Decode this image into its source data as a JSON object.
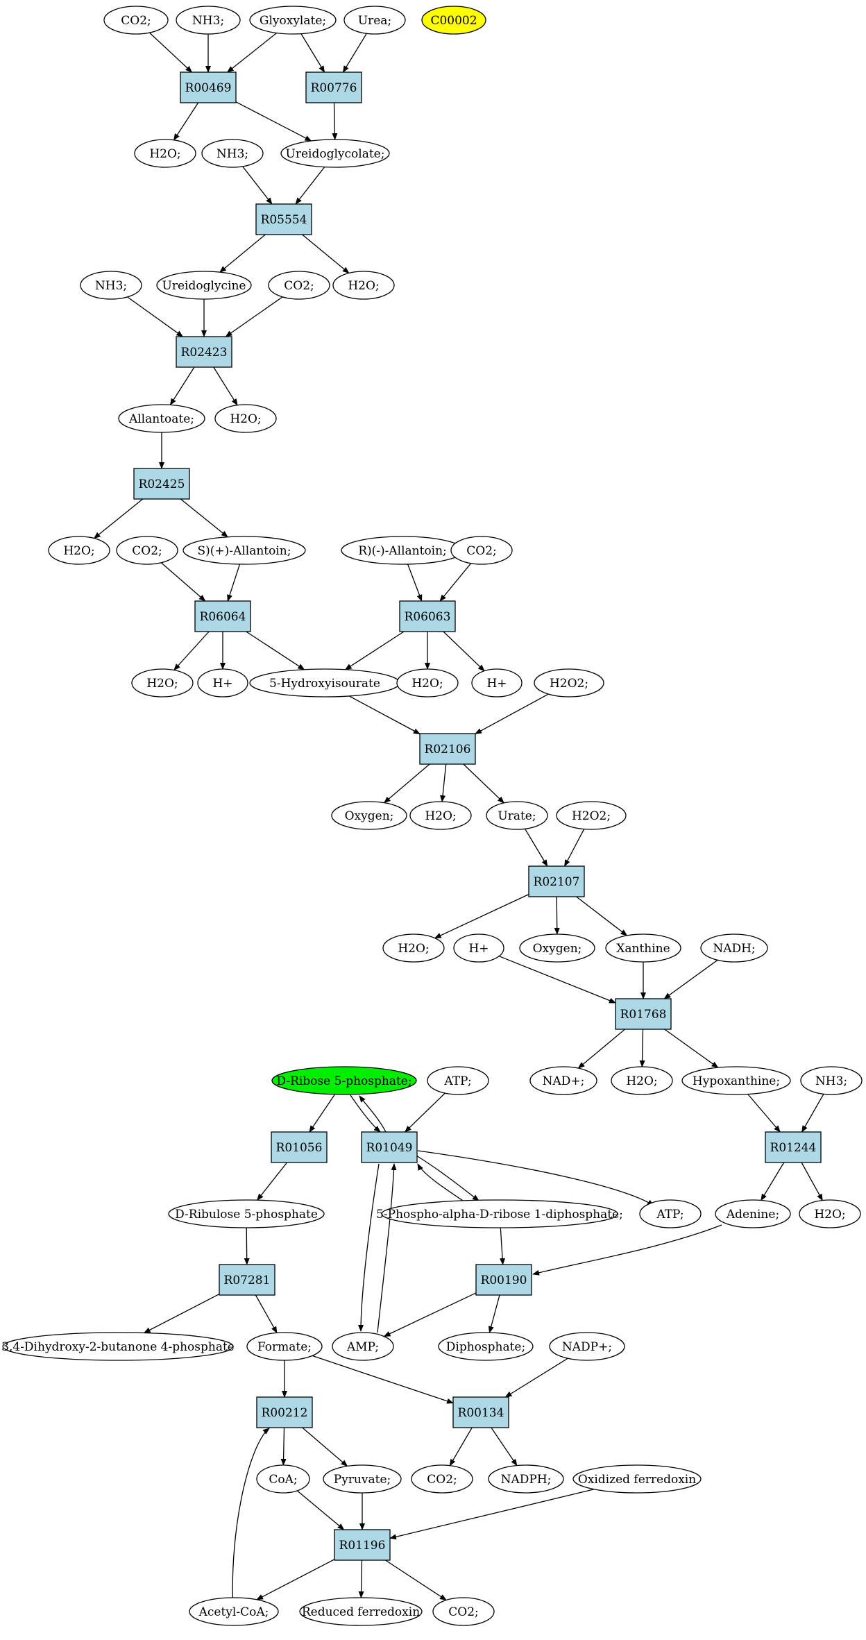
{
  "graph": {
    "nodes": [
      {
        "id": "c_co2_1",
        "label": "CO2;",
        "type": "compound",
        "fill": "#ffffff"
      },
      {
        "id": "c_nh3_1",
        "label": "NH3;",
        "type": "compound",
        "fill": "#ffffff"
      },
      {
        "id": "c_glyox",
        "label": "Glyoxylate;",
        "type": "compound",
        "fill": "#ffffff"
      },
      {
        "id": "c_urea",
        "label": "Urea;",
        "type": "compound",
        "fill": "#ffffff"
      },
      {
        "id": "c_c00002",
        "label": "C00002",
        "type": "compound",
        "fill": "#ffff00"
      },
      {
        "id": "R00469",
        "label": "R00469",
        "type": "reaction",
        "fill": "#add8e6"
      },
      {
        "id": "R00776",
        "label": "R00776",
        "type": "reaction",
        "fill": "#add8e6"
      },
      {
        "id": "c_h2o_1",
        "label": "H2O;",
        "type": "compound",
        "fill": "#ffffff"
      },
      {
        "id": "c_nh3_2",
        "label": "NH3;",
        "type": "compound",
        "fill": "#ffffff"
      },
      {
        "id": "c_ureidoglycolate",
        "label": "Ureidoglycolate;",
        "type": "compound",
        "fill": "#ffffff"
      },
      {
        "id": "R05554",
        "label": "R05554",
        "type": "reaction",
        "fill": "#add8e6"
      },
      {
        "id": "c_nh3_3",
        "label": "NH3;",
        "type": "compound",
        "fill": "#ffffff"
      },
      {
        "id": "c_ureidoglycine",
        "label": "Ureidoglycine",
        "type": "compound",
        "fill": "#ffffff"
      },
      {
        "id": "c_co2_2",
        "label": "CO2;",
        "type": "compound",
        "fill": "#ffffff"
      },
      {
        "id": "c_h2o_2",
        "label": "H2O;",
        "type": "compound",
        "fill": "#ffffff"
      },
      {
        "id": "R02423",
        "label": "R02423",
        "type": "reaction",
        "fill": "#add8e6"
      },
      {
        "id": "c_allantoate",
        "label": "Allantoate;",
        "type": "compound",
        "fill": "#ffffff"
      },
      {
        "id": "c_h2o_3",
        "label": "H2O;",
        "type": "compound",
        "fill": "#ffffff"
      },
      {
        "id": "R02425",
        "label": "R02425",
        "type": "reaction",
        "fill": "#add8e6"
      },
      {
        "id": "c_h2o_4",
        "label": "H2O;",
        "type": "compound",
        "fill": "#ffffff"
      },
      {
        "id": "c_co2_3",
        "label": "CO2;",
        "type": "compound",
        "fill": "#ffffff"
      },
      {
        "id": "c_s_allantoin",
        "label": "S)(+)-Allantoin;",
        "type": "compound",
        "fill": "#ffffff"
      },
      {
        "id": "c_r_allantoin",
        "label": "R)(-)-Allantoin;",
        "type": "compound",
        "fill": "#ffffff"
      },
      {
        "id": "c_co2_4",
        "label": "CO2;",
        "type": "compound",
        "fill": "#ffffff"
      },
      {
        "id": "R06064",
        "label": "R06064",
        "type": "reaction",
        "fill": "#add8e6"
      },
      {
        "id": "R06063",
        "label": "R06063",
        "type": "reaction",
        "fill": "#add8e6"
      },
      {
        "id": "c_h2o_5",
        "label": "H2O;",
        "type": "compound",
        "fill": "#ffffff"
      },
      {
        "id": "c_hplus_1",
        "label": "H+",
        "type": "compound",
        "fill": "#ffffff"
      },
      {
        "id": "c_5hiu",
        "label": "5-Hydroxyisourate",
        "type": "compound",
        "fill": "#ffffff"
      },
      {
        "id": "c_h2o_6",
        "label": "H2O;",
        "type": "compound",
        "fill": "#ffffff"
      },
      {
        "id": "c_hplus_2",
        "label": "H+",
        "type": "compound",
        "fill": "#ffffff"
      },
      {
        "id": "c_h2o2_1",
        "label": "H2O2;",
        "type": "compound",
        "fill": "#ffffff"
      },
      {
        "id": "R02106",
        "label": "R02106",
        "type": "reaction",
        "fill": "#add8e6"
      },
      {
        "id": "c_oxygen_1",
        "label": "Oxygen;",
        "type": "compound",
        "fill": "#ffffff"
      },
      {
        "id": "c_h2o_7",
        "label": "H2O;",
        "type": "compound",
        "fill": "#ffffff"
      },
      {
        "id": "c_urate",
        "label": "Urate;",
        "type": "compound",
        "fill": "#ffffff"
      },
      {
        "id": "c_h2o2_2",
        "label": "H2O2;",
        "type": "compound",
        "fill": "#ffffff"
      },
      {
        "id": "R02107",
        "label": "R02107",
        "type": "reaction",
        "fill": "#add8e6"
      },
      {
        "id": "c_h2o_8",
        "label": "H2O;",
        "type": "compound",
        "fill": "#ffffff"
      },
      {
        "id": "c_hplus_3",
        "label": "H+",
        "type": "compound",
        "fill": "#ffffff"
      },
      {
        "id": "c_oxygen_2",
        "label": "Oxygen;",
        "type": "compound",
        "fill": "#ffffff"
      },
      {
        "id": "c_xanthine",
        "label": "Xanthine",
        "type": "compound",
        "fill": "#ffffff"
      },
      {
        "id": "c_nadh",
        "label": "NADH;",
        "type": "compound",
        "fill": "#ffffff"
      },
      {
        "id": "R01768",
        "label": "R01768",
        "type": "reaction",
        "fill": "#add8e6"
      },
      {
        "id": "c_nadplus",
        "label": "NAD+;",
        "type": "compound",
        "fill": "#ffffff"
      },
      {
        "id": "c_h2o_9",
        "label": "H2O;",
        "type": "compound",
        "fill": "#ffffff"
      },
      {
        "id": "c_hypoxanthine",
        "label": "Hypoxanthine;",
        "type": "compound",
        "fill": "#ffffff"
      },
      {
        "id": "c_ribose5p",
        "label": "D-Ribose 5-phosphate;",
        "type": "compound",
        "fill": "#00ee00"
      },
      {
        "id": "c_atp_1",
        "label": "ATP;",
        "type": "compound",
        "fill": "#ffffff"
      },
      {
        "id": "c_nh3_4",
        "label": "NH3;",
        "type": "compound",
        "fill": "#ffffff"
      },
      {
        "id": "R01056",
        "label": "R01056",
        "type": "reaction",
        "fill": "#add8e6"
      },
      {
        "id": "R01049",
        "label": "R01049",
        "type": "reaction",
        "fill": "#add8e6"
      },
      {
        "id": "R01244",
        "label": "R01244",
        "type": "reaction",
        "fill": "#add8e6"
      },
      {
        "id": "c_ribulose5p",
        "label": "D-Ribulose 5-phosphate",
        "type": "compound",
        "fill": "#ffffff"
      },
      {
        "id": "c_prpp",
        "label": "5-Phospho-alpha-D-ribose 1-diphosphate;",
        "type": "compound",
        "fill": "#ffffff"
      },
      {
        "id": "c_atp_2",
        "label": "ATP;",
        "type": "compound",
        "fill": "#ffffff"
      },
      {
        "id": "c_adenine",
        "label": "Adenine;",
        "type": "compound",
        "fill": "#ffffff"
      },
      {
        "id": "c_h2o_10",
        "label": "H2O;",
        "type": "compound",
        "fill": "#ffffff"
      },
      {
        "id": "R07281",
        "label": "R07281",
        "type": "reaction",
        "fill": "#add8e6"
      },
      {
        "id": "R00190",
        "label": "R00190",
        "type": "reaction",
        "fill": "#add8e6"
      },
      {
        "id": "c_dhbp",
        "label": "3,4-Dihydroxy-2-butanone 4-phosphate",
        "type": "compound",
        "fill": "#ffffff"
      },
      {
        "id": "c_formate",
        "label": "Formate;",
        "type": "compound",
        "fill": "#ffffff"
      },
      {
        "id": "c_amp",
        "label": "AMP;",
        "type": "compound",
        "fill": "#ffffff"
      },
      {
        "id": "c_diphosphate",
        "label": "Diphosphate;",
        "type": "compound",
        "fill": "#ffffff"
      },
      {
        "id": "c_nadpplus",
        "label": "NADP+;",
        "type": "compound",
        "fill": "#ffffff"
      },
      {
        "id": "R00212",
        "label": "R00212",
        "type": "reaction",
        "fill": "#add8e6"
      },
      {
        "id": "R00134",
        "label": "R00134",
        "type": "reaction",
        "fill": "#add8e6"
      },
      {
        "id": "c_coa",
        "label": "CoA;",
        "type": "compound",
        "fill": "#ffffff"
      },
      {
        "id": "c_pyruvate",
        "label": "Pyruvate;",
        "type": "compound",
        "fill": "#ffffff"
      },
      {
        "id": "c_co2_5",
        "label": "CO2;",
        "type": "compound",
        "fill": "#ffffff"
      },
      {
        "id": "c_nadph",
        "label": "NADPH;",
        "type": "compound",
        "fill": "#ffffff"
      },
      {
        "id": "c_oxferredoxin",
        "label": "Oxidized ferredoxin",
        "type": "compound",
        "fill": "#ffffff"
      },
      {
        "id": "R01196",
        "label": "R01196",
        "type": "reaction",
        "fill": "#add8e6"
      },
      {
        "id": "c_acetylcoa",
        "label": "Acetyl-CoA;",
        "type": "compound",
        "fill": "#ffffff"
      },
      {
        "id": "c_redferredoxin",
        "label": "Reduced ferredoxin",
        "type": "compound",
        "fill": "#ffffff"
      },
      {
        "id": "c_co2_6",
        "label": "CO2;",
        "type": "compound",
        "fill": "#ffffff"
      }
    ],
    "edges": [
      {
        "from": "c_co2_1",
        "to": "R00469"
      },
      {
        "from": "c_nh3_1",
        "to": "R00469"
      },
      {
        "from": "c_glyox",
        "to": "R00469"
      },
      {
        "from": "c_glyox",
        "to": "R00776"
      },
      {
        "from": "c_urea",
        "to": "R00776"
      },
      {
        "from": "R00469",
        "to": "c_h2o_1"
      },
      {
        "from": "R00469",
        "to": "c_ureidoglycolate"
      },
      {
        "from": "R00776",
        "to": "c_ureidoglycolate"
      },
      {
        "from": "c_nh3_2",
        "to": "R05554"
      },
      {
        "from": "c_ureidoglycolate",
        "to": "R05554"
      },
      {
        "from": "R05554",
        "to": "c_ureidoglycine"
      },
      {
        "from": "R05554",
        "to": "c_h2o_2"
      },
      {
        "from": "c_nh3_3",
        "to": "R02423"
      },
      {
        "from": "c_ureidoglycine",
        "to": "R02423"
      },
      {
        "from": "c_co2_2",
        "to": "R02423"
      },
      {
        "from": "R02423",
        "to": "c_allantoate"
      },
      {
        "from": "R02423",
        "to": "c_h2o_3"
      },
      {
        "from": "c_allantoate",
        "to": "R02425"
      },
      {
        "from": "R02425",
        "to": "c_h2o_4"
      },
      {
        "from": "R02425",
        "to": "c_s_allantoin"
      },
      {
        "from": "c_co2_3",
        "to": "R06064"
      },
      {
        "from": "c_s_allantoin",
        "to": "R06064"
      },
      {
        "from": "c_r_allantoin",
        "to": "R06063"
      },
      {
        "from": "c_co2_4",
        "to": "R06063"
      },
      {
        "from": "R06064",
        "to": "c_h2o_5"
      },
      {
        "from": "R06064",
        "to": "c_hplus_1"
      },
      {
        "from": "R06064",
        "to": "c_5hiu"
      },
      {
        "from": "R06063",
        "to": "c_5hiu"
      },
      {
        "from": "R06063",
        "to": "c_h2o_6"
      },
      {
        "from": "R06063",
        "to": "c_hplus_2"
      },
      {
        "from": "c_5hiu",
        "to": "R02106"
      },
      {
        "from": "c_h2o2_1",
        "to": "R02106"
      },
      {
        "from": "R02106",
        "to": "c_oxygen_1"
      },
      {
        "from": "R02106",
        "to": "c_h2o_7"
      },
      {
        "from": "R02106",
        "to": "c_urate"
      },
      {
        "from": "c_urate",
        "to": "R02107"
      },
      {
        "from": "c_h2o2_2",
        "to": "R02107"
      },
      {
        "from": "R02107",
        "to": "c_h2o_8"
      },
      {
        "from": "R02107",
        "to": "c_oxygen_2"
      },
      {
        "from": "R02107",
        "to": "c_xanthine"
      },
      {
        "from": "c_hplus_3",
        "to": "R01768"
      },
      {
        "from": "c_xanthine",
        "to": "R01768"
      },
      {
        "from": "c_nadh",
        "to": "R01768"
      },
      {
        "from": "R01768",
        "to": "c_nadplus"
      },
      {
        "from": "R01768",
        "to": "c_h2o_9"
      },
      {
        "from": "R01768",
        "to": "c_hypoxanthine"
      },
      {
        "from": "c_hypoxanthine",
        "to": "R01244"
      },
      {
        "from": "c_nh3_4",
        "to": "R01244"
      },
      {
        "from": "R01244",
        "to": "c_adenine"
      },
      {
        "from": "R01244",
        "to": "c_h2o_10"
      },
      {
        "from": "c_ribose5p",
        "to": "R01056"
      },
      {
        "from": "c_ribose5p",
        "to": "R01049"
      },
      {
        "from": "R01049",
        "to": "c_ribose5p"
      },
      {
        "from": "c_atp_1",
        "to": "R01049"
      },
      {
        "from": "R01049",
        "to": "c_prpp"
      },
      {
        "from": "c_prpp",
        "to": "R01049"
      },
      {
        "from": "R01049",
        "to": "c_atp_2"
      },
      {
        "from": "R01049",
        "to": "c_amp"
      },
      {
        "from": "c_amp",
        "to": "R01049"
      },
      {
        "from": "R01056",
        "to": "c_ribulose5p"
      },
      {
        "from": "c_ribulose5p",
        "to": "R07281"
      },
      {
        "from": "c_prpp",
        "to": "R00190"
      },
      {
        "from": "c_adenine",
        "to": "R00190"
      },
      {
        "from": "R07281",
        "to": "c_dhbp"
      },
      {
        "from": "R07281",
        "to": "c_formate"
      },
      {
        "from": "R00190",
        "to": "c_amp"
      },
      {
        "from": "R00190",
        "to": "c_diphosphate"
      },
      {
        "from": "c_formate",
        "to": "R00212"
      },
      {
        "from": "c_formate",
        "to": "R00134"
      },
      {
        "from": "c_nadpplus",
        "to": "R00134"
      },
      {
        "from": "R00212",
        "to": "c_coa"
      },
      {
        "from": "R00212",
        "to": "c_pyruvate"
      },
      {
        "from": "R00134",
        "to": "c_co2_5"
      },
      {
        "from": "R00134",
        "to": "c_nadph"
      },
      {
        "from": "c_coa",
        "to": "R01196"
      },
      {
        "from": "c_pyruvate",
        "to": "R01196"
      },
      {
        "from": "c_oxferredoxin",
        "to": "R01196"
      },
      {
        "from": "R01196",
        "to": "c_acetylcoa"
      },
      {
        "from": "R01196",
        "to": "c_redferredoxin"
      },
      {
        "from": "R01196",
        "to": "c_co2_6"
      },
      {
        "from": "c_acetylcoa",
        "to": "R00212"
      }
    ]
  }
}
